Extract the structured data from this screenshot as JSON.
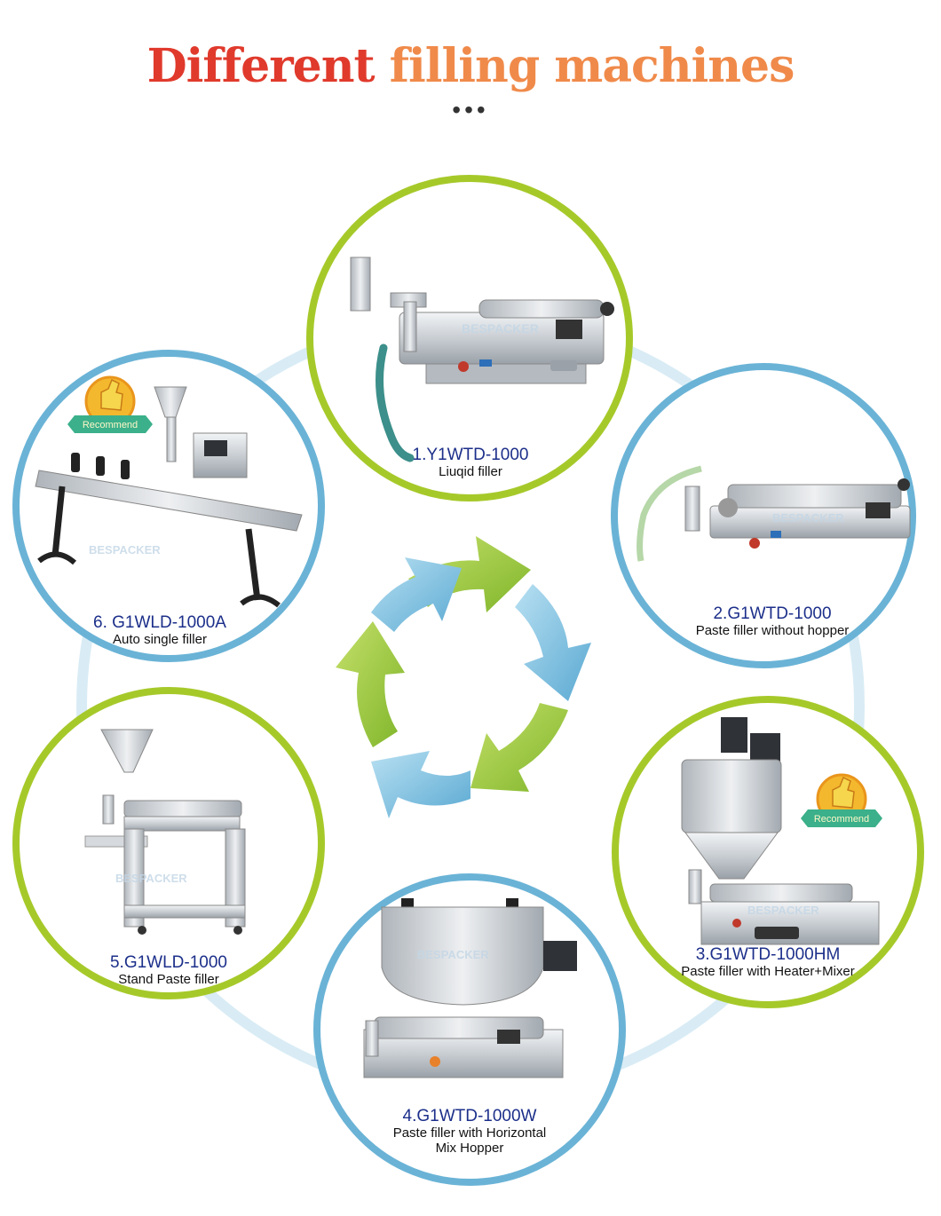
{
  "header": {
    "title_part1": "Different",
    "title_part2": "filling machines",
    "dots": "•••"
  },
  "colors": {
    "title_red": "#e03a2c",
    "title_orange": "#f08a4a",
    "ring_green": "#a6c92a",
    "ring_blue": "#6ab3d6",
    "model_blue": "#1c2f8a",
    "arrow_green": "#9bc93a",
    "arrow_blue": "#7fc0e0"
  },
  "badge": {
    "label": "Recommend"
  },
  "watermark": "BESPACKER",
  "machines": [
    {
      "model": "1.Y1WTD-1000",
      "desc": "Liuqid filler",
      "ring": "green"
    },
    {
      "model": "2.G1WTD-1000",
      "desc": "Paste filler without hopper",
      "ring": "blue"
    },
    {
      "model": "3.G1WTD-1000HM",
      "desc": "Paste filler with Heater+Mixer",
      "ring": "green",
      "recommend": true
    },
    {
      "model": "4.G1WTD-1000W",
      "desc": "Paste filler with Horizontal",
      "desc2": "Mix Hopper",
      "ring": "blue"
    },
    {
      "model": "5.G1WLD-1000",
      "desc": "Stand Paste filler",
      "ring": "green"
    },
    {
      "model": "6. G1WLD-1000A",
      "desc": "Auto single filler",
      "ring": "blue",
      "recommend": true
    }
  ]
}
